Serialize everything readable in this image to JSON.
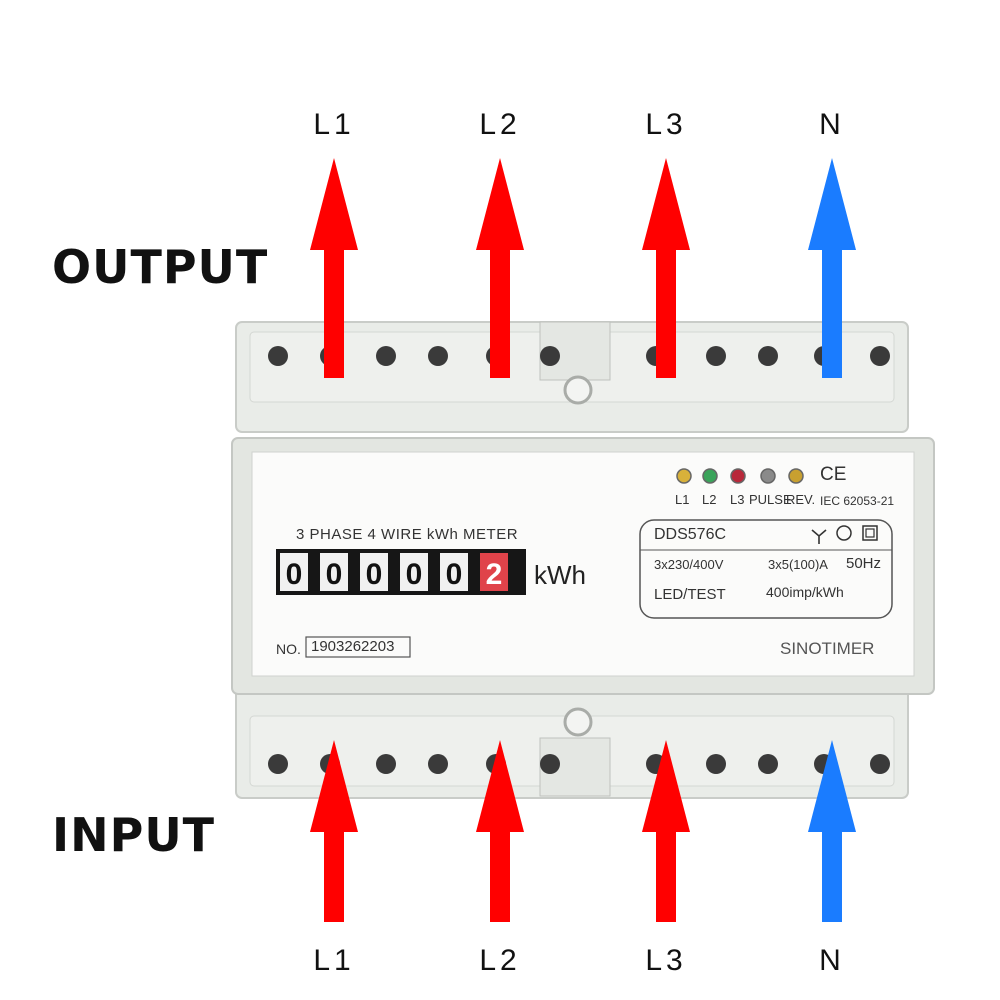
{
  "labels": {
    "output": "OUTPUT",
    "input": "INPUT"
  },
  "top_wires": [
    "L1",
    "L2",
    "L3",
    "N"
  ],
  "bottom_wires": [
    "L1",
    "L2",
    "L3",
    "N"
  ],
  "colors": {
    "phase": "#ff0000",
    "neutral": "#1a7cff",
    "meter_body": "#e8ebe6",
    "counter_bg": "#1a1a1a",
    "counter_last": "#e0434a"
  },
  "meter": {
    "title": "3 PHASE 4 WIRE kWh METER",
    "counter_digits": [
      "0",
      "0",
      "0",
      "0",
      "0",
      "2"
    ],
    "unit": "kWh",
    "serial_prefix": "NO.",
    "serial": "1903262203",
    "model": "DDS576C",
    "voltage": "3x230/400V",
    "current": "3x5(100)A",
    "frequency": "50Hz",
    "led_test": "LED/TEST",
    "impulse": "400imp/kWh",
    "brand": "SINOTIMER",
    "standard": "IEC 62053-21",
    "ce_mark": "CE",
    "indicators": [
      "L1",
      "L2",
      "L3",
      "PULSE",
      "REV."
    ],
    "indicator_colors": [
      "#d8b13a",
      "#3aa35a",
      "#b8283a",
      "#8a8a8a",
      "#c8a030"
    ]
  }
}
